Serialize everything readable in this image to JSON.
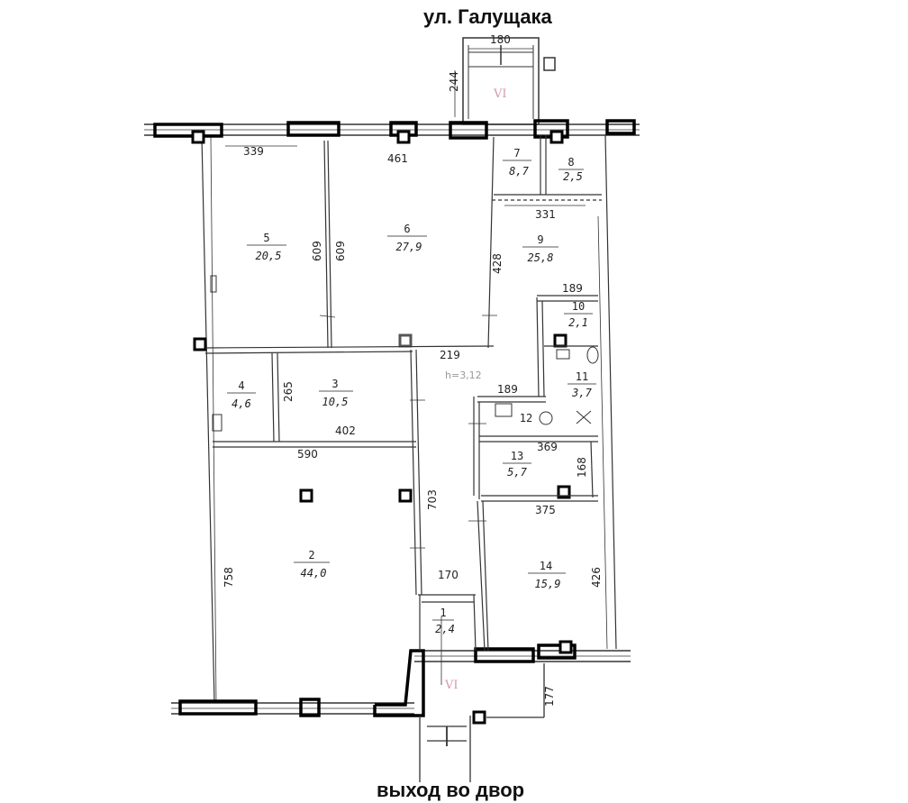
{
  "header": {
    "street": "ул. Галущака"
  },
  "footer": {
    "exit": "выход во двор"
  },
  "markers": {
    "top": "VI",
    "bottom": "VI"
  },
  "rooms": [
    {
      "id": "1",
      "area": "2,4"
    },
    {
      "id": "2",
      "area": "44,0"
    },
    {
      "id": "3",
      "area": "10,5"
    },
    {
      "id": "4",
      "area": "4,6"
    },
    {
      "id": "5",
      "area": "20,5"
    },
    {
      "id": "6",
      "area": "27,9"
    },
    {
      "id": "7",
      "area": "8,7"
    },
    {
      "id": "8",
      "area": "2,5"
    },
    {
      "id": "9",
      "area": "25,8"
    },
    {
      "id": "10",
      "area": "2,1"
    },
    {
      "id": "11",
      "area": "3,7"
    },
    {
      "id": "12",
      "area": ""
    },
    {
      "id": "13",
      "area": "5,7"
    },
    {
      "id": "14",
      "area": "15,9"
    }
  ],
  "ceiling_height": "h=3,12",
  "dimensions": {
    "d180": "180",
    "d244": "244",
    "d339": "339",
    "d461": "461",
    "d609a": "609",
    "d609b": "609",
    "d331": "331",
    "d428": "428",
    "d189a": "189",
    "d219": "219",
    "d265": "265",
    "d189b": "189",
    "d402": "402",
    "d590": "590",
    "d369": "369",
    "d168": "168",
    "d703": "703",
    "d375": "375",
    "d758": "758",
    "d170": "170",
    "d426": "426",
    "d177": "177"
  }
}
